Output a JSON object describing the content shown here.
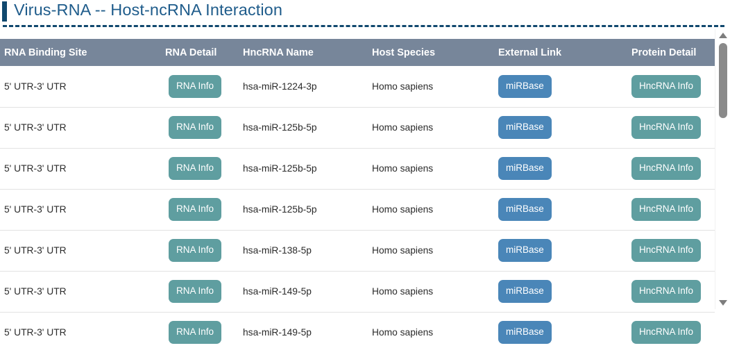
{
  "page": {
    "title": "Virus-RNA -- Host-ncRNA Interaction",
    "accent_color": "#10486e",
    "title_color": "#1f5c8b"
  },
  "table": {
    "header_bg": "#77869a",
    "columns": [
      {
        "key": "rna_binding_site",
        "label": "RNA Binding Site"
      },
      {
        "key": "rna_detail",
        "label": "RNA Detail"
      },
      {
        "key": "hncrna_name",
        "label": "HncRNA Name"
      },
      {
        "key": "host_species",
        "label": "Host Species"
      },
      {
        "key": "external_link",
        "label": "External Link"
      },
      {
        "key": "protein_detail",
        "label": "Protein Detail"
      }
    ],
    "buttons": {
      "rna_info_label": "RNA Info",
      "rna_info_color": "#5f9ea0",
      "mirbase_label": "miRBase",
      "mirbase_color": "#4a86b8",
      "hncrna_info_label": "HncRNA Info",
      "hncrna_info_color": "#5f9ea0"
    },
    "rows": [
      {
        "rna_binding_site": "5' UTR-3' UTR",
        "rna_detail": "RNA Info",
        "hncrna_name": "hsa-miR-1224-3p",
        "host_species": "Homo sapiens",
        "external_link": "miRBase",
        "protein_detail": "HncRNA Info"
      },
      {
        "rna_binding_site": "5' UTR-3' UTR",
        "rna_detail": "RNA Info",
        "hncrna_name": "hsa-miR-125b-5p",
        "host_species": "Homo sapiens",
        "external_link": "miRBase",
        "protein_detail": "HncRNA Info"
      },
      {
        "rna_binding_site": "5' UTR-3' UTR",
        "rna_detail": "RNA Info",
        "hncrna_name": "hsa-miR-125b-5p",
        "host_species": "Homo sapiens",
        "external_link": "miRBase",
        "protein_detail": "HncRNA Info"
      },
      {
        "rna_binding_site": "5' UTR-3' UTR",
        "rna_detail": "RNA Info",
        "hncrna_name": "hsa-miR-125b-5p",
        "host_species": "Homo sapiens",
        "external_link": "miRBase",
        "protein_detail": "HncRNA Info"
      },
      {
        "rna_binding_site": "5' UTR-3' UTR",
        "rna_detail": "RNA Info",
        "hncrna_name": "hsa-miR-138-5p",
        "host_species": "Homo sapiens",
        "external_link": "miRBase",
        "protein_detail": "HncRNA Info"
      },
      {
        "rna_binding_site": "5' UTR-3' UTR",
        "rna_detail": "RNA Info",
        "hncrna_name": "hsa-miR-149-5p",
        "host_species": "Homo sapiens",
        "external_link": "miRBase",
        "protein_detail": "HncRNA Info"
      },
      {
        "rna_binding_site": "5' UTR-3' UTR",
        "rna_detail": "RNA Info",
        "hncrna_name": "hsa-miR-149-5p",
        "host_species": "Homo sapiens",
        "external_link": "miRBase",
        "protein_detail": "HncRNA Info"
      }
    ]
  },
  "scrollbar": {
    "up_arrow": "triangle-up-icon",
    "down_arrow": "triangle-down-icon"
  }
}
